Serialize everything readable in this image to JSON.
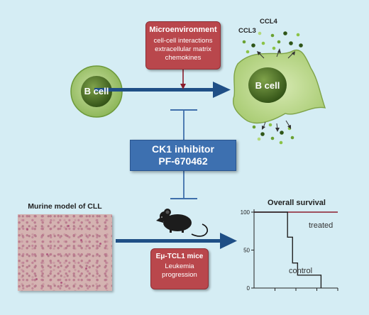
{
  "bcell_left": {
    "label": "B cell"
  },
  "bcell_right": {
    "label": "B cell"
  },
  "chemokines": [
    "CCL3",
    "CCL4"
  ],
  "microenvironment": {
    "title": "Microenvironment",
    "lines": [
      "cell-cell interactions",
      "extracellular matrix",
      "chemokines"
    ]
  },
  "inhibitor": {
    "line1": "CK1 inhibitor",
    "line2": "PF-670462"
  },
  "murine_model": {
    "title": "Murine model of CLL"
  },
  "mouse_model": {
    "title": "Eμ-TCL1 mice",
    "lines": [
      "Leukemia",
      "progression"
    ]
  },
  "chart_data": {
    "type": "line",
    "title": "Overall survival",
    "xlabel": "",
    "ylabel": "",
    "ylim": [
      0,
      100
    ],
    "yticks": [
      0,
      50,
      100
    ],
    "grid": false,
    "series": [
      {
        "name": "treated",
        "color": "#8b1c2c",
        "points": [
          [
            0,
            100
          ],
          [
            10,
            100
          ]
        ]
      },
      {
        "name": "control",
        "color": "#222222",
        "points": [
          [
            0,
            100
          ],
          [
            4,
            100
          ],
          [
            4,
            67
          ],
          [
            4.6,
            67
          ],
          [
            4.6,
            33
          ],
          [
            5.2,
            33
          ],
          [
            5.2,
            17
          ],
          [
            8,
            17
          ],
          [
            8,
            0
          ]
        ]
      }
    ]
  },
  "colors": {
    "background": "#d5edf4",
    "red_box": "#b9474c",
    "blue_box": "#3d70b0",
    "arrow": "#1f4f86",
    "cell_green": "#9ec46a"
  }
}
